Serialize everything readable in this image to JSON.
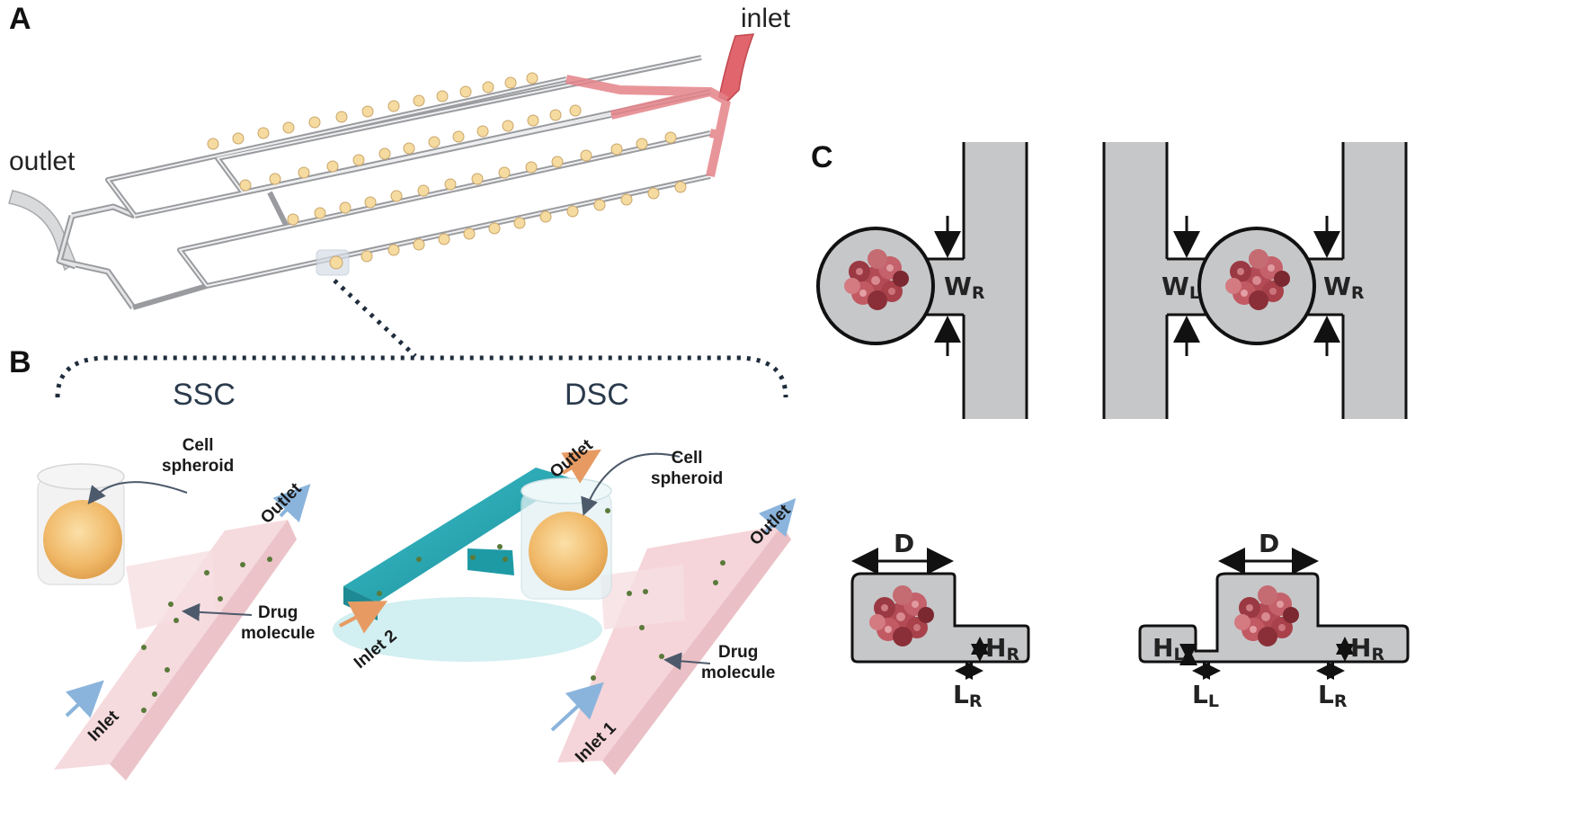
{
  "panels": {
    "a": "A",
    "b": "B",
    "c": "C"
  },
  "panel_a": {
    "inlet": "inlet",
    "outlet": "outlet"
  },
  "panel_b": {
    "ssc": "SSC",
    "dsc": "DSC",
    "ssc_cell": "Cell\nspheroid",
    "ssc_outlet": "Outlet",
    "ssc_drug": "Drug\nmolecule",
    "ssc_inlet": "Inlet",
    "dsc_outlet_top": "Outlet",
    "dsc_cell": "Cell\nspheroid",
    "dsc_outlet_right": "Outlet",
    "dsc_inlet2": "Inlet 2",
    "dsc_drug": "Drug\nmolecule",
    "dsc_inlet1": "Inlet 1"
  },
  "panel_c": {
    "w_r_main": "W",
    "w_r_sub": "R",
    "w_l_main": "W",
    "w_l_sub": "L",
    "d": "D",
    "h_r_main": "H",
    "h_r_sub": "R",
    "h_l_main": "H",
    "h_l_sub": "L",
    "l_r_main": "L",
    "l_r_sub": "R",
    "l_l_main": "L",
    "l_l_sub": "L"
  },
  "colors": {
    "channel_gray": "#c6c7c9",
    "inlet_red": "#e0656c",
    "spheroid": "#f1c77e",
    "pink_channel": "#f2cfd3",
    "teal_channel": "#2fb3bf",
    "tumor": "#a9424a",
    "dotted": "#1f2d3d",
    "arrow_blue": "#8ab4dc",
    "arrow_orange": "#e79b63",
    "molecule": "#5a7a3a"
  }
}
